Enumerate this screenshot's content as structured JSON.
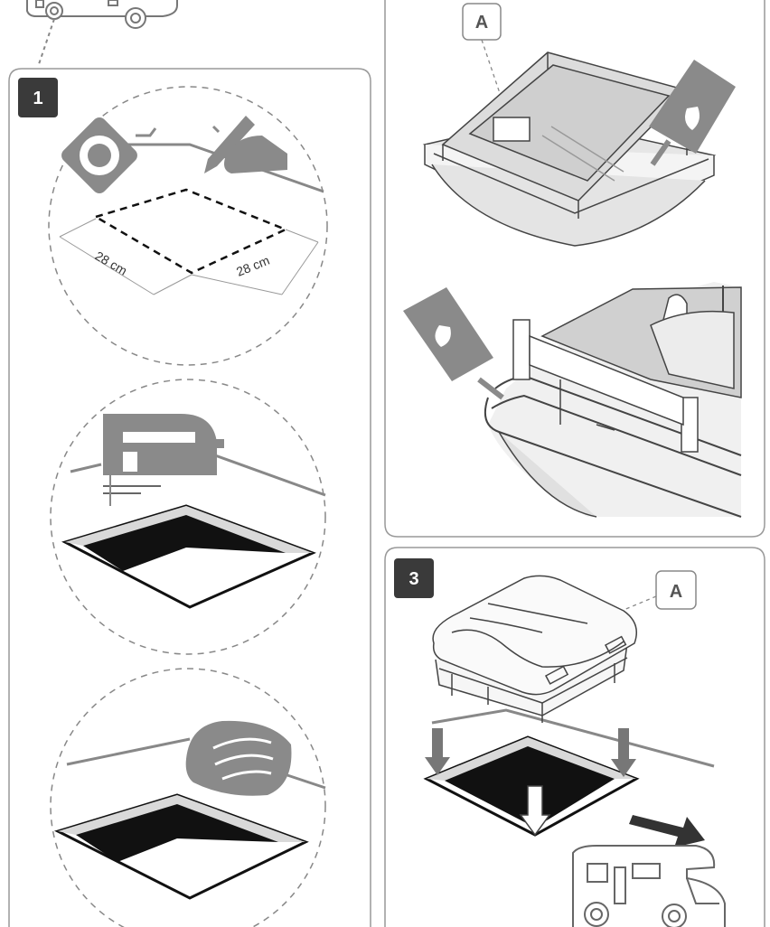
{
  "steps": {
    "step1": {
      "number": "1"
    },
    "step3": {
      "number": "3"
    }
  },
  "callouts": {
    "a_top": "A",
    "a_step3": "A"
  },
  "dimensions": {
    "width": "28 cm",
    "length": "28 cm"
  },
  "icons": [
    "camper-van-icon",
    "tape-measure-icon",
    "pencil-hand-icon",
    "jigsaw-icon",
    "cleaning-cloth-hand-icon",
    "sealant-tube-icon",
    "down-arrow-icon",
    "direction-arrow-icon"
  ],
  "colors": {
    "badge": "#3a3a3a",
    "illustration_gray": "#8a8a8a",
    "light_gray": "#d9d9d9",
    "hole_black": "#111111",
    "frame_line": "#777777"
  }
}
